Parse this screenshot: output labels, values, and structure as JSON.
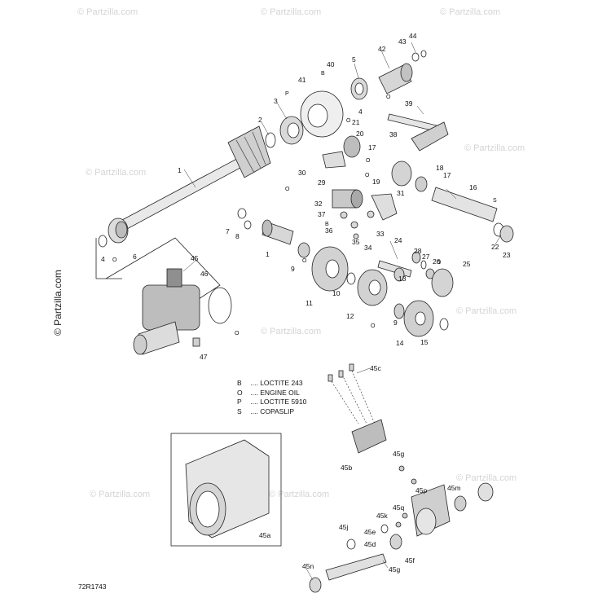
{
  "watermark": "© Partzilla.com",
  "watermark_side": "© Partzilla.com",
  "doc_id": "72R1743",
  "legend": [
    {
      "code": "B",
      "sep": "....",
      "text": "LOCTITE 243"
    },
    {
      "code": "O",
      "sep": "....",
      "text": "ENGINE OIL"
    },
    {
      "code": "P",
      "sep": "....",
      "text": "LOCTITE 5910"
    },
    {
      "code": "S",
      "sep": "....",
      "text": "COPASLIP"
    }
  ],
  "callouts": {
    "c44": "44",
    "c43": "43",
    "c42": "42",
    "c5": "5",
    "c40": "40",
    "c41": "41",
    "c3": "3",
    "c4a": "4",
    "c2": "2",
    "c39": "39",
    "c21": "21",
    "c20": "20",
    "c38": "38",
    "c17a": "17",
    "c17b": "17",
    "c18": "18",
    "c1a": "1",
    "c30": "30",
    "c29": "29",
    "c19": "19",
    "c31": "31",
    "c16": "16",
    "c32": "32",
    "c37": "37",
    "c36": "36",
    "c35": "35",
    "c33": "33",
    "c34": "34",
    "c24": "24",
    "c28": "28",
    "c27": "27",
    "c26": "26",
    "c25": "25",
    "c7": "7",
    "c8": "8",
    "c1b": "1",
    "c9a": "9",
    "c4b": "4",
    "c6": "6",
    "c45": "45",
    "c46": "46",
    "c47": "47",
    "c11": "11",
    "c10": "10",
    "c13": "13",
    "c12": "12",
    "c9b": "9",
    "c14": "14",
    "c15": "15",
    "c22": "22",
    "c23": "23",
    "c45c": "45c",
    "c45b": "45b",
    "c45g1": "45g",
    "c45p": "45p",
    "c45m": "45m",
    "c45q": "45q",
    "c45k": "45k",
    "c45e": "45e",
    "c45j": "45j",
    "c45d": "45d",
    "c45f": "45f",
    "c45n": "45n",
    "c45g2": "45g",
    "c45a": "45a"
  },
  "marks": {
    "B": "B",
    "O": "O",
    "P": "P",
    "S": "S"
  }
}
